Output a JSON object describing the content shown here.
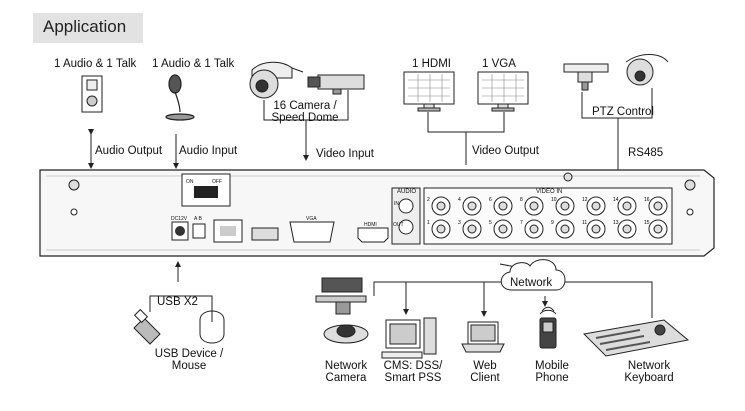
{
  "header": {
    "title": "Application"
  },
  "top": {
    "speaker": "1 Audio & 1 Talk",
    "microphone": "1 Audio & 1 Talk",
    "camera": "16 Camera /\nSpeed Dome",
    "hdmi": "1 HDMI",
    "vga": "1 VGA",
    "ptz": "PTZ Control"
  },
  "links": {
    "audio_output": "Audio Output",
    "audio_input": "Audio Input",
    "video_input": "Video Input",
    "video_output": "Video Output",
    "rs485": "RS485"
  },
  "panel": {
    "on": "ON",
    "off": "OFF",
    "audio": "AUDIO",
    "video_in": "VIDEO IN",
    "dc12v": "DC12V",
    "ab": "A B",
    "vga": "VGA",
    "hdmi": "HDMI",
    "in": "IN",
    "out": "OUT",
    "channels_top": [
      "2",
      "4",
      "6",
      "8",
      "10",
      "12",
      "14",
      "16"
    ],
    "channels_bottom": [
      "1",
      "3",
      "5",
      "7",
      "9",
      "11",
      "13",
      "15"
    ]
  },
  "bottom": {
    "usb_x2": "USB X2",
    "usb_device": "USB Device /\nMouse",
    "network": "Network",
    "network_camera": "Network\nCamera",
    "cms": "CMS: DSS/\nSmart PSS",
    "web_client": "Web\nClient",
    "mobile_phone": "Mobile\nPhone",
    "network_keyboard": "Network\nKeyboard"
  }
}
